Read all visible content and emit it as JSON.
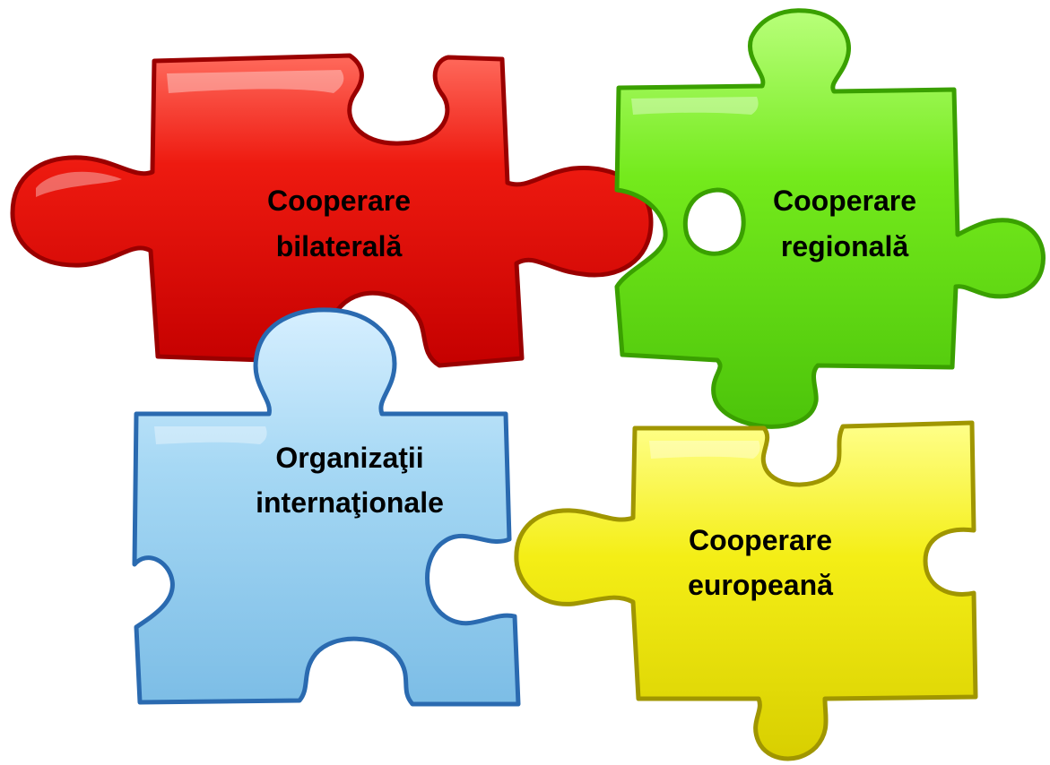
{
  "colors": {
    "red": "#e81010",
    "green": "#6fe81a",
    "blue": "#9fd3f0",
    "yellow": "#f0ea12"
  },
  "pieces": [
    {
      "id": "red",
      "color_key": "red",
      "line1": "Cooperare",
      "line2": "bilaterală"
    },
    {
      "id": "green",
      "color_key": "green",
      "line1": "Cooperare",
      "line2": "regională"
    },
    {
      "id": "blue",
      "color_key": "blue",
      "line1": "Organizaţii",
      "line2": "internaţionale"
    },
    {
      "id": "yellow",
      "color_key": "yellow",
      "line1": "Cooperare",
      "line2": "europeană"
    }
  ]
}
